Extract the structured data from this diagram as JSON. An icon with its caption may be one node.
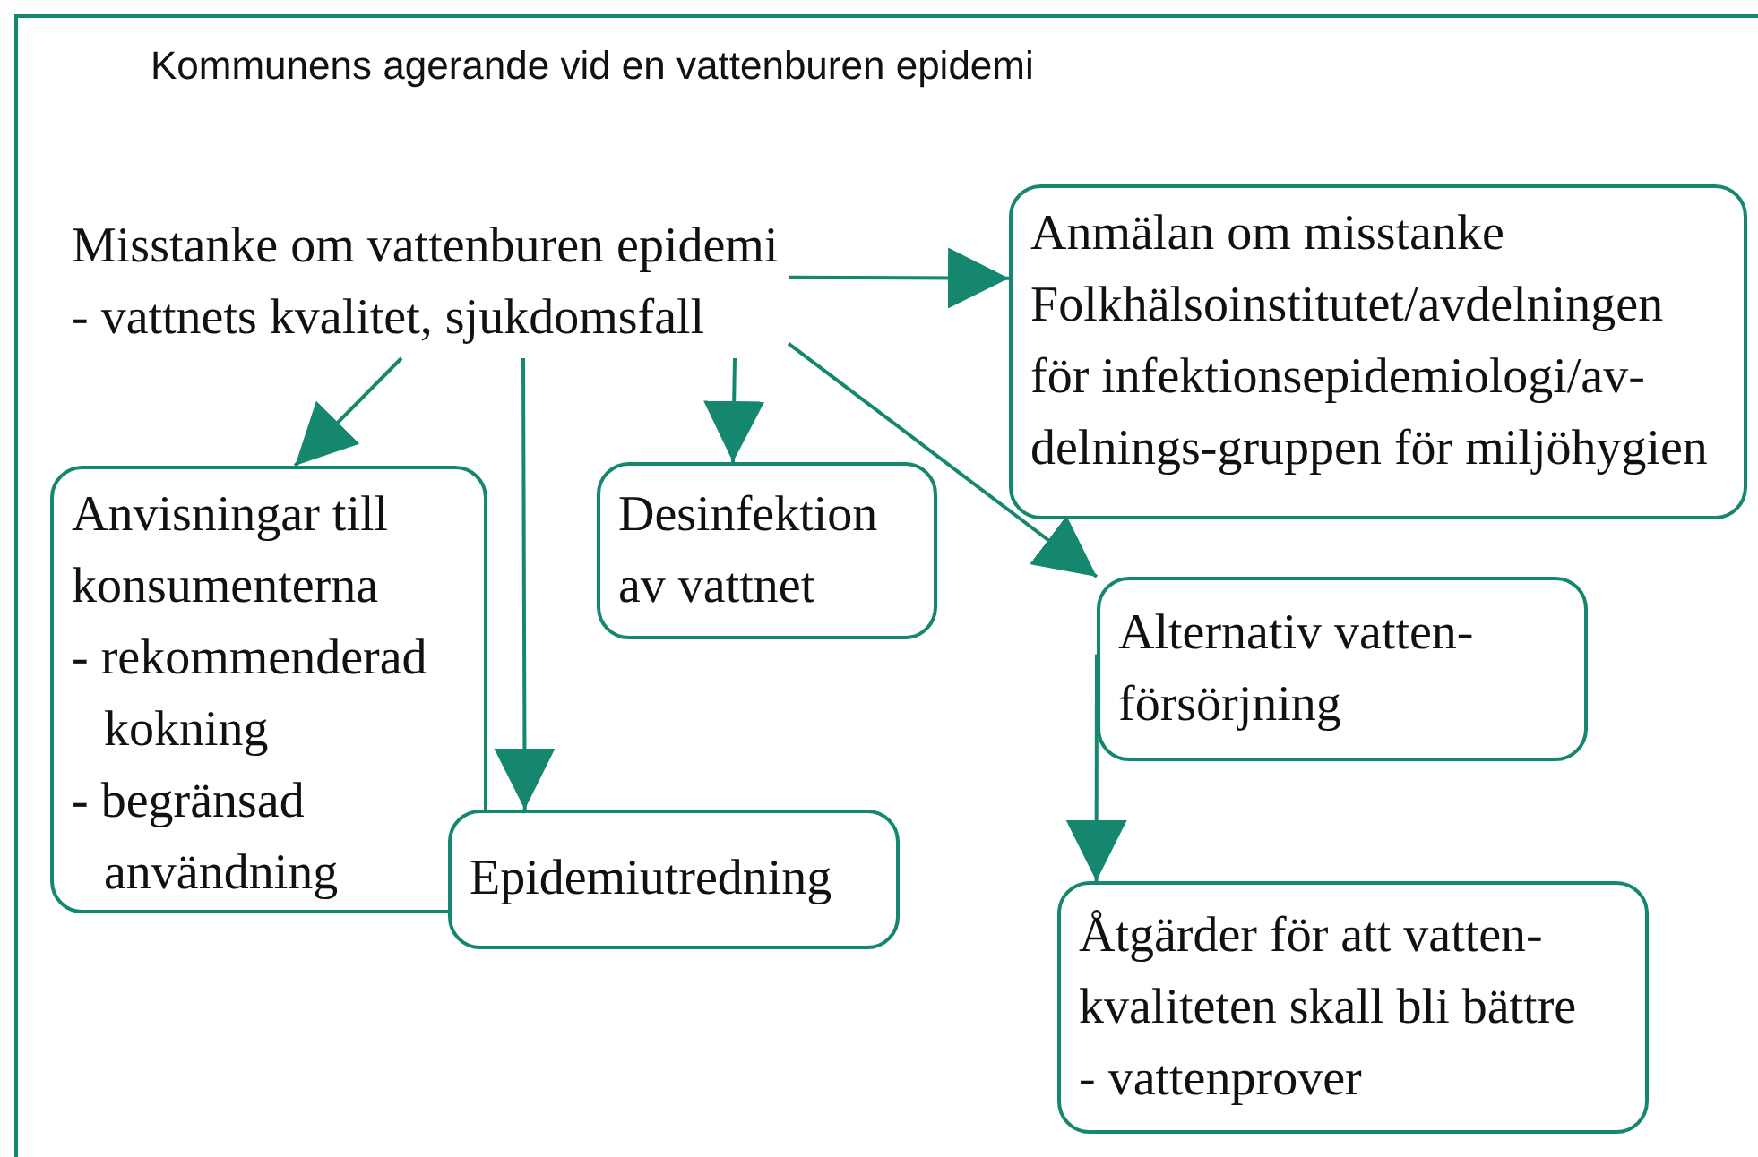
{
  "diagram": {
    "title": "Kommunens agerande vid en vattenburen epidemi",
    "nodes": [
      {
        "text": [
          "Misstanke om vattenburen epidemi",
          "- vattnets kvalitet, sjukdomsfall"
        ]
      },
      {
        "text": [
          "Anmälan om misstanke",
          "Folkhälsoinstitutet/avdelningen för infektionsepidemiologi/av- delnings-gruppen för miljöhygien"
        ]
      },
      {
        "text": [
          "Anvisningar till konsumenterna",
          "- rekommenderad kokning",
          "- begränsad användning"
        ]
      },
      {
        "text": [
          "Desinfektion av vattnet"
        ]
      },
      {
        "text": [
          "Epidemiutredning"
        ]
      },
      {
        "text": [
          "Alternativ vatten- försörjning"
        ]
      },
      {
        "text": [
          "Åtgärder för att vatten- kvaliteten skall bli bättre",
          "- vattenprover"
        ]
      }
    ],
    "edges": [
      {
        "from": 0,
        "to": 1,
        "arrow": "to"
      },
      {
        "from": 0,
        "to": 2,
        "arrow": "to"
      },
      {
        "from": 0,
        "to": 3,
        "arrow": "to"
      },
      {
        "from": 0,
        "to": 4,
        "arrow": "to"
      },
      {
        "from": 0,
        "to": 5,
        "arrow": "to"
      },
      {
        "from": 5,
        "to": 6,
        "arrow": "to"
      }
    ]
  }
}
